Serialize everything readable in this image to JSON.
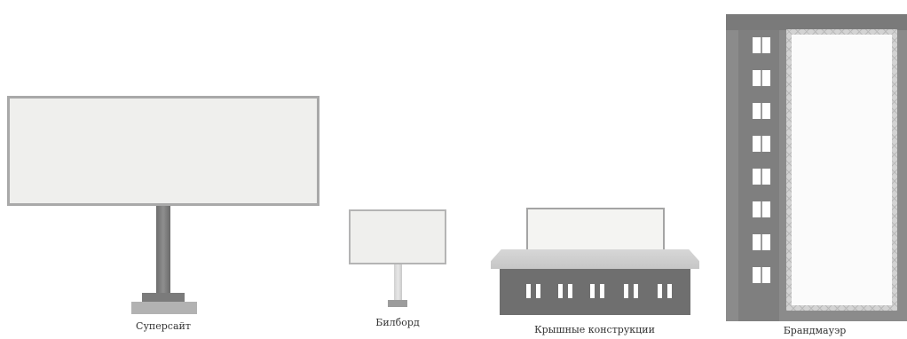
{
  "items": [
    {
      "id": "supersite",
      "caption": "Суперсайт"
    },
    {
      "id": "billboard",
      "caption": "Билборд"
    },
    {
      "id": "rooftop",
      "caption": "Крышные конструкции"
    },
    {
      "id": "firewall",
      "caption": "Брандмауэр"
    }
  ]
}
